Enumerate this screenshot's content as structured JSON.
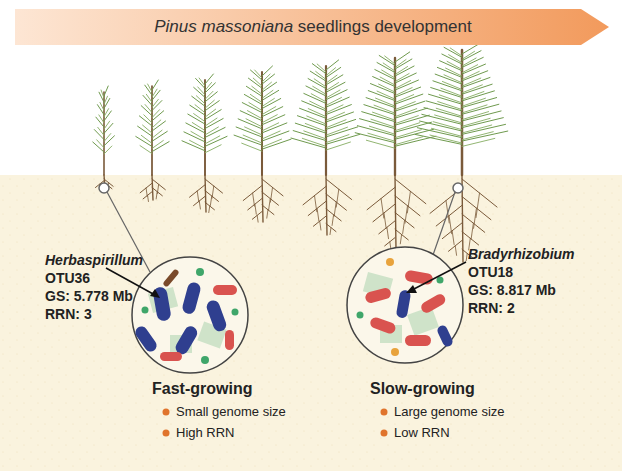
{
  "diagram": {
    "nodes": [
      {
        "text": [
          "Pinus massoniana seedlings development"
        ]
      }
    ],
    "labels": [
      "Herbaspirillum",
      "OTU36",
      "GS: 5.778 Mb",
      "RRN: 3",
      "Bradyrhizobium",
      "OTU18",
      "GS: 8.817 Mb",
      "RRN: 2",
      "Fast-growing",
      "Small genome size",
      "High RRN",
      "Slow-growing",
      "Large genome size",
      "Low RRN"
    ]
  }
}
